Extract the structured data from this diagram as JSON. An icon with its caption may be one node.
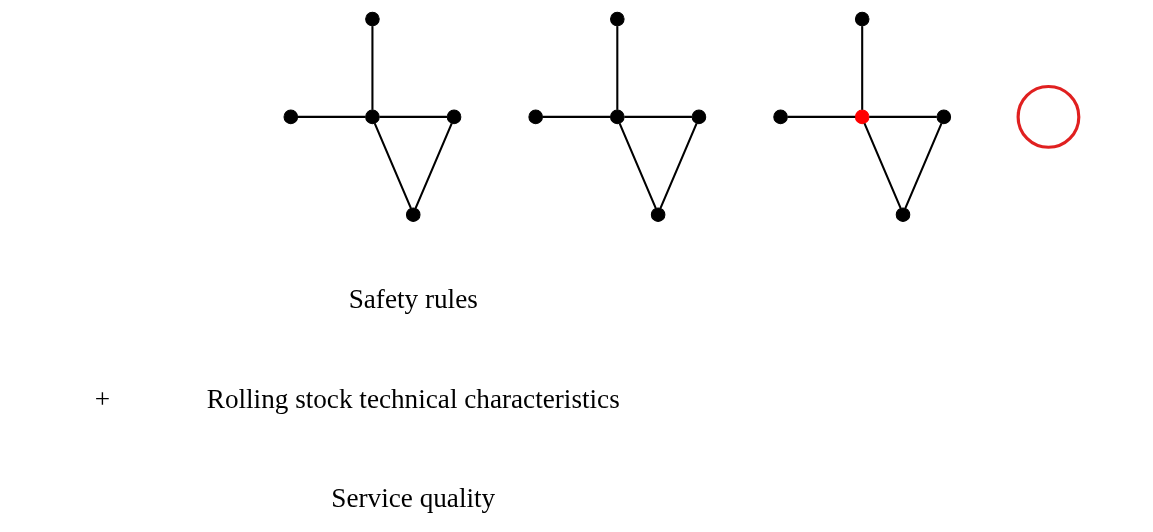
{
  "diagram": {
    "nodes": [
      {
        "text": [],
        "shape": "circle"
      },
      {
        "text": [],
        "shape": "circle"
      },
      {
        "text": [],
        "shape": "circle"
      },
      {
        "text": [],
        "shape": "circle"
      },
      {
        "text": [],
        "shape": "circle"
      },
      {
        "text": [],
        "shape": "circle"
      },
      {
        "text": [],
        "shape": "circle"
      },
      {
        "text": [],
        "shape": "circle"
      },
      {
        "text": [],
        "shape": "circle"
      },
      {
        "text": [],
        "shape": "circle"
      },
      {
        "text": [],
        "shape": "circle"
      },
      {
        "text": [],
        "shape": "circle"
      },
      {
        "text": [],
        "shape": "circle"
      },
      {
        "text": [],
        "shape": "circle"
      },
      {
        "text": [],
        "shape": "circle"
      },
      {
        "text": [],
        "shape": "circle"
      }
    ],
    "edges": [
      {
        "from": 0,
        "to": 2,
        "arrow": "none"
      },
      {
        "from": 1,
        "to": 2,
        "arrow": "none"
      },
      {
        "from": 2,
        "to": 3,
        "arrow": "none"
      },
      {
        "from": 2,
        "to": 4,
        "arrow": "none"
      },
      {
        "from": 4,
        "to": 3,
        "arrow": "none"
      },
      {
        "from": 5,
        "to": 7,
        "arrow": "none"
      },
      {
        "from": 6,
        "to": 7,
        "arrow": "none"
      },
      {
        "from": 7,
        "to": 8,
        "arrow": "none"
      },
      {
        "from": 7,
        "to": 9,
        "arrow": "none"
      },
      {
        "from": 9,
        "to": 8,
        "arrow": "none"
      },
      {
        "from": 10,
        "to": 13,
        "arrow": "none"
      },
      {
        "from": 11,
        "to": 13,
        "arrow": "none"
      },
      {
        "from": 13,
        "to": 14,
        "arrow": "none"
      },
      {
        "from": 13,
        "to": 15,
        "arrow": "none"
      },
      {
        "from": 15,
        "to": 14,
        "arrow": "none"
      }
    ],
    "labels": [
      "+",
      "Safety rules",
      "Rolling stock technical characteristics",
      "Service quality"
    ]
  }
}
